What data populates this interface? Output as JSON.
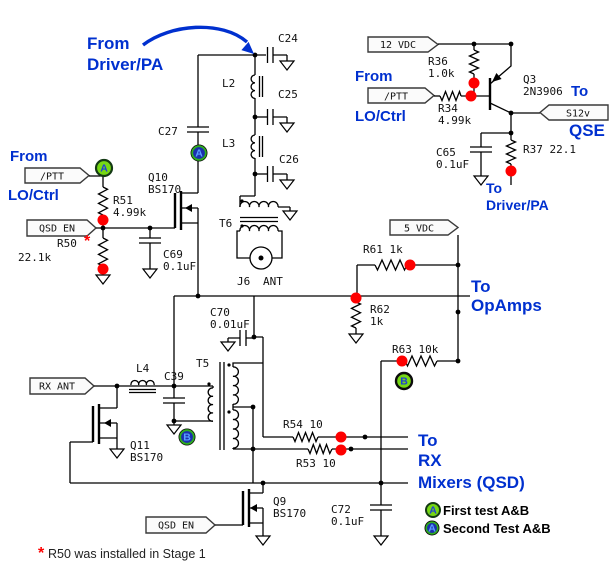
{
  "tags": {
    "vdc12": "12 VDC",
    "vdc5": "5 VDC",
    "ptt": "/PTT",
    "qsd_en": "QSD EN",
    "rx_ant": "RX ANT",
    "s12v": "S12v"
  },
  "labels": {
    "c24": "C24",
    "c25": "C25",
    "c26": "C26",
    "c27": "C27",
    "c39": "C39",
    "c65": "C65",
    "c69": "C69",
    "c70": "C70",
    "c72": "C72",
    "l2": "L2",
    "l3": "L3",
    "l4": "L4",
    "t5": "T5",
    "t6": "T6",
    "j6": "J6",
    "ant": "ANT",
    "q3": "Q3",
    "q3_part": "2N3906",
    "q9": "Q9",
    "q10": "Q10",
    "q11": "Q11",
    "bs170": "BS170",
    "r34": "R34",
    "r36": "R36",
    "r37": "R37 22.1",
    "r50": "R50",
    "r51": "R51",
    "r53": "R53 10",
    "r54": "R54 10",
    "r61": "R61 1k",
    "r62": "R62",
    "r63": "R63 10k",
    "v_499k": "4.99k",
    "v_10k": "1.0k",
    "v_221k": "22.1k",
    "v_1k": "1k",
    "v_01uf": "0.1uF",
    "v_001uf": "0.01uF"
  },
  "annotations": {
    "from": "From",
    "to": "To",
    "driver_pa": "Driver/PA",
    "lo_ctrl": "LO/Ctrl",
    "qse": "QSE",
    "opamps": "OpAmps",
    "rx": "RX",
    "mixers_qsd": "Mixers (QSD)"
  },
  "markers": {
    "a": "A",
    "b": "B"
  },
  "legend": {
    "first": "First test A&B",
    "second": "Second Test A&B"
  },
  "footnote": {
    "star": "*",
    "text": "R50 was installed in Stage 1"
  },
  "colors": {
    "annotation_blue": "#0030cf",
    "junction_red": "#fe0000",
    "marker_first_green": "#76d813",
    "marker_second_dark": "#1b2fae",
    "wire": "#000000"
  }
}
